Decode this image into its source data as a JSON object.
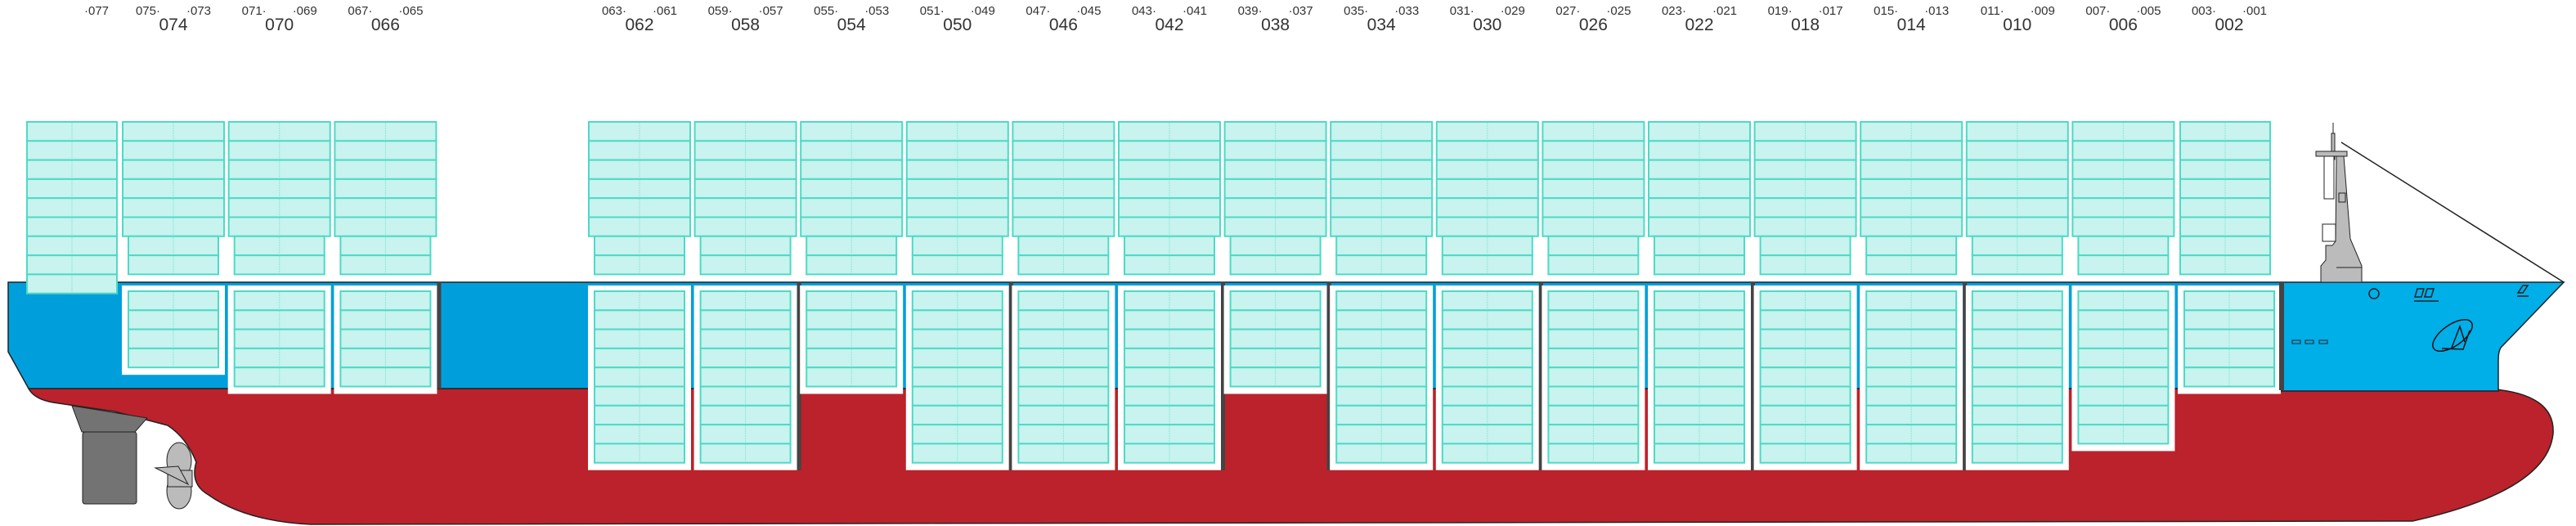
{
  "single_bay": {
    "label": "·077",
    "deck_rows": 9
  },
  "bays": [
    {
      "bay": "074",
      "fwd": "075·",
      "aft": "·073",
      "hold_rows": 4
    },
    {
      "bay": "070",
      "fwd": "071·",
      "aft": "·069",
      "hold_rows": 5
    },
    {
      "bay": "066",
      "fwd": "067·",
      "aft": "·065",
      "hold_rows": 5
    },
    {
      "bay": "062",
      "fwd": "063·",
      "aft": "·061",
      "hold_rows": 9
    },
    {
      "bay": "058",
      "fwd": "059·",
      "aft": "·057",
      "hold_rows": 9
    },
    {
      "bay": "054",
      "fwd": "055·",
      "aft": "·053",
      "hold_rows": 5
    },
    {
      "bay": "050",
      "fwd": "051·",
      "aft": "·049",
      "hold_rows": 9
    },
    {
      "bay": "046",
      "fwd": "047·",
      "aft": "·045",
      "hold_rows": 9
    },
    {
      "bay": "042",
      "fwd": "043·",
      "aft": "·041",
      "hold_rows": 9
    },
    {
      "bay": "038",
      "fwd": "039·",
      "aft": "·037",
      "hold_rows": 5
    },
    {
      "bay": "034",
      "fwd": "035·",
      "aft": "·033",
      "hold_rows": 9
    },
    {
      "bay": "030",
      "fwd": "031·",
      "aft": "·029",
      "hold_rows": 9
    },
    {
      "bay": "026",
      "fwd": "027·",
      "aft": "·025",
      "hold_rows": 9
    },
    {
      "bay": "022",
      "fwd": "023·",
      "aft": "·021",
      "hold_rows": 9
    },
    {
      "bay": "018",
      "fwd": "019·",
      "aft": "·017",
      "hold_rows": 9
    },
    {
      "bay": "014",
      "fwd": "015·",
      "aft": "·013",
      "hold_rows": 9
    },
    {
      "bay": "010",
      "fwd": "011·",
      "aft": "·009",
      "hold_rows": 9
    },
    {
      "bay": "006",
      "fwd": "007·",
      "aft": "·005",
      "hold_rows": 8
    },
    {
      "bay": "002",
      "fwd": "003·",
      "aft": "·001",
      "hold_rows": 5
    }
  ],
  "colors": {
    "hull_upper": "#009fdc",
    "hull_lower": "#bb222b",
    "container_fill": "#c8f3ee",
    "container_stroke": "#4fd9c6",
    "bulkhead": "#444444",
    "rudder": "#737373",
    "superstructure": "#bbbbbb"
  }
}
